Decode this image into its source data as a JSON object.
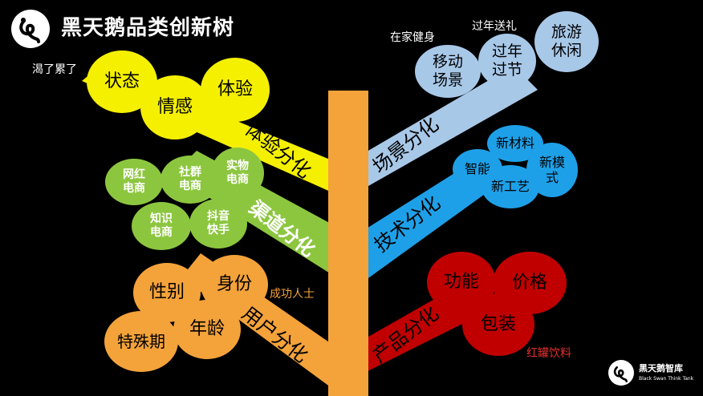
{
  "title": "黑天鹅品类创新树",
  "brand": {
    "cn": "黑天鹅智库",
    "en": "Black Swan Think Tank"
  },
  "colors": {
    "trunk": "#f4a23a",
    "experience": "#f4f000",
    "channel": "#8cc63f",
    "user": "#f4a23a",
    "scene": "#a8c8e8",
    "tech": "#1ea0e8",
    "product": "#c00000"
  },
  "branches": {
    "experience": {
      "label": "体验分化",
      "note": "渴了累了",
      "items": [
        "状态",
        "情感",
        "体验"
      ]
    },
    "channel": {
      "label": "渠道分化",
      "items": [
        "网红\n电商",
        "社群\n电商",
        "实物\n电商",
        "知识\n电商",
        "抖音\n快手"
      ]
    },
    "user": {
      "label": "用户分化",
      "note": "成功人士",
      "items": [
        "性别",
        "身份",
        "特殊期",
        "年龄"
      ]
    },
    "scene": {
      "label": "场景分化",
      "notes": [
        "在家健身",
        "过年送礼"
      ],
      "items": [
        "移动\n场景",
        "过年\n过节",
        "旅游\n休闲"
      ]
    },
    "tech": {
      "label": "技术分化",
      "items": [
        "智能",
        "新材料",
        "新模\n式",
        "新工艺"
      ]
    },
    "product": {
      "label": "产品分化",
      "note": "红罐饮料",
      "items": [
        "功能",
        "价格",
        "包装"
      ]
    }
  }
}
